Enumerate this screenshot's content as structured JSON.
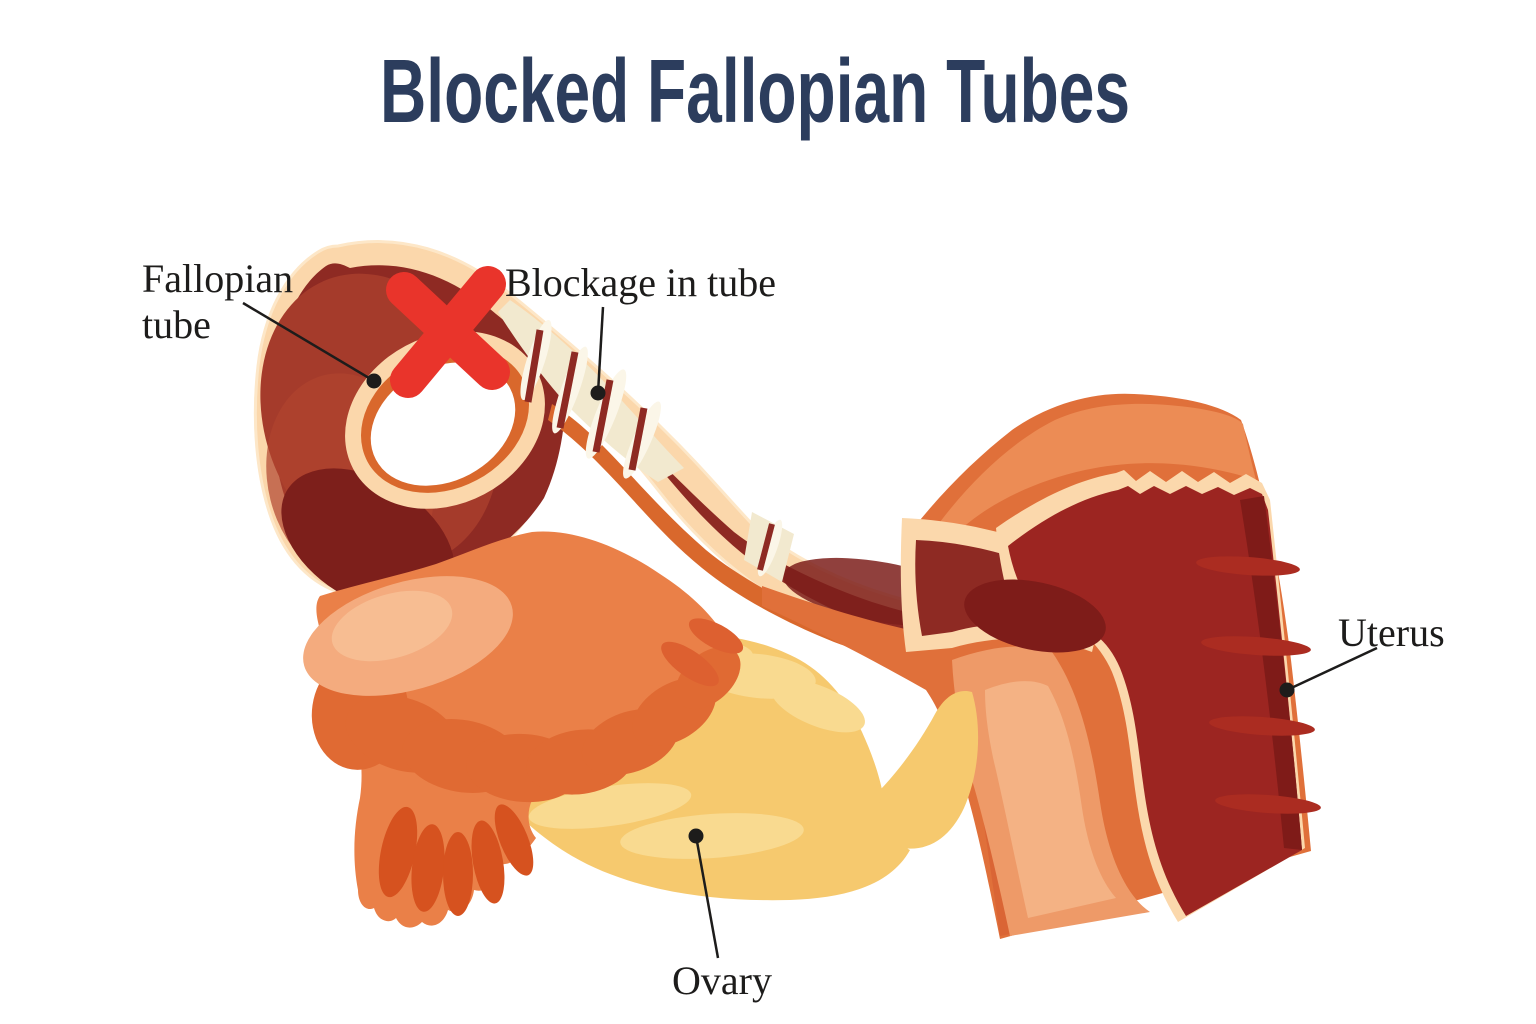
{
  "title": {
    "text": "Blocked Fallopian Tubes",
    "color": "#2c3d5d"
  },
  "labels": {
    "fallopian_tube": {
      "line1": "Fallopian",
      "line2": "tube"
    },
    "blockage": {
      "text": "Blockage in tube"
    },
    "uterus": {
      "text": "Uterus"
    },
    "ovary": {
      "text": "Ovary"
    }
  },
  "marker": {
    "symbol": "X",
    "meaning": "site where fallopian tube is blocked",
    "color": "#e9342b"
  },
  "palette": {
    "background": "#ffffff",
    "tube_wall_peach": "#fbd7ab",
    "tube_dark_red": "#8e2a23",
    "tube_light_red": "#a53b2b",
    "tube_deep_maroon": "#7d1f1b",
    "inner_orange_lining": "#d9682c",
    "blockage_cream": "#f2e9cf",
    "fimbriae_orange": "#ea8048",
    "fimbriae_deep_orange": "#e06a33",
    "fimbriae_finger_red_orange": "#d6521f",
    "ovary_yellow": "#f6c96e",
    "ovary_light_yellow": "#f9da90",
    "uterus_outer_orange": "#e0703a",
    "uterus_inner_pale": "#f4b284",
    "endometrium_cream": "#fbd8ac",
    "uterine_cavity_red": "#9c2521",
    "leader_ink": "#1d1c1b"
  }
}
